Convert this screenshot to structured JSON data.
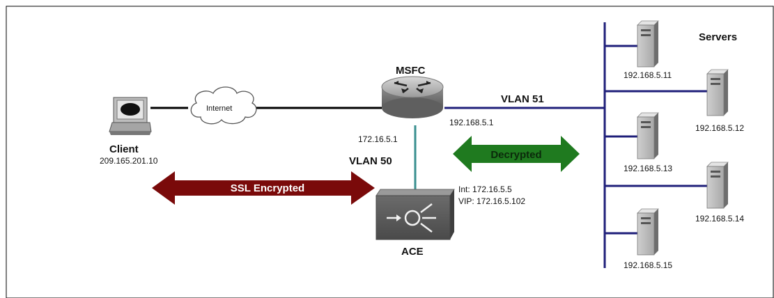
{
  "title": "",
  "devices": {
    "client": {
      "name": "Client",
      "ip": "209.165.201.10"
    },
    "internet": {
      "label": "Internet"
    },
    "msfc": {
      "name": "MSFC",
      "ip_left": "172.16.5.1",
      "ip_right": "192.168.5.1"
    },
    "ace": {
      "name": "ACE",
      "int_ip": "Int: 172.16.5.5",
      "vip": "VIP: 172.16.5.102"
    }
  },
  "vlans": {
    "vlan50": "VLAN 50",
    "vlan51": "VLAN 51"
  },
  "arrows": {
    "ssl": "SSL Encrypted",
    "decrypted": "Decrypted"
  },
  "servers": {
    "title": "Servers",
    "list": [
      {
        "ip": "192.168.5.11"
      },
      {
        "ip": "192.168.5.12"
      },
      {
        "ip": "192.168.5.13"
      },
      {
        "ip": "192.168.5.14"
      },
      {
        "ip": "192.168.5.15"
      }
    ]
  },
  "colors": {
    "link_black": "#000000",
    "vlan51_blue": "#1f1f7a",
    "vlan50_teal": "#3a8f8f",
    "ssl_arrow": "#7a0a0a",
    "decrypted_arrow": "#1f7a1f"
  }
}
